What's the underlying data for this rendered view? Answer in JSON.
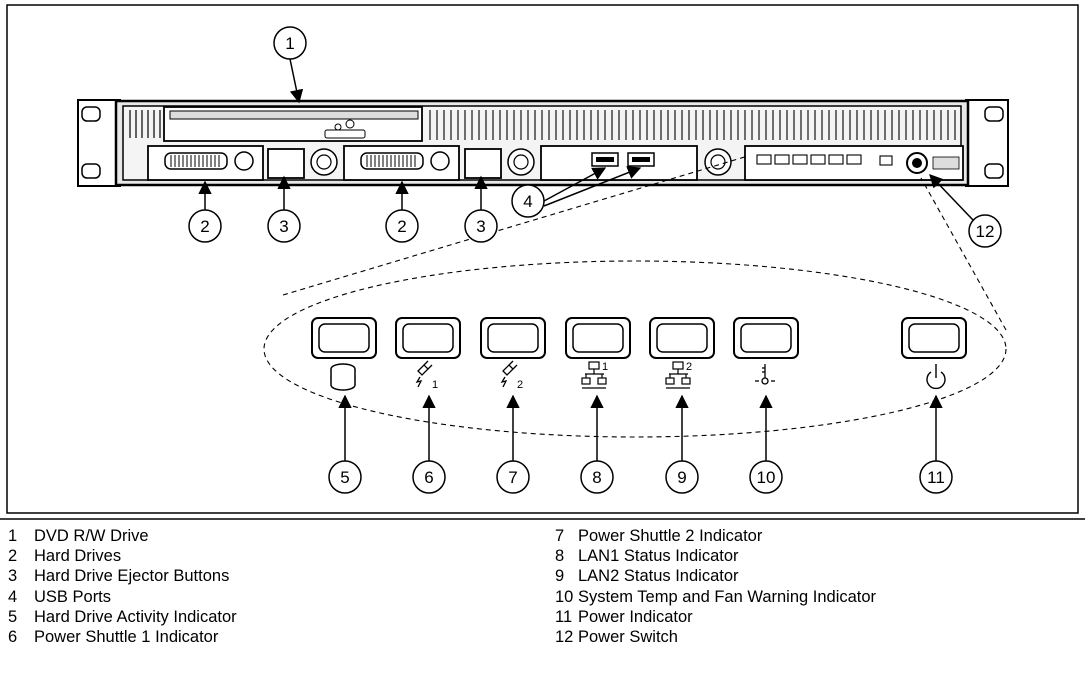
{
  "callouts": [
    "1",
    "2",
    "3",
    "2",
    "3",
    "4",
    "5",
    "6",
    "7",
    "8",
    "9",
    "10",
    "11",
    "12"
  ],
  "icons": {
    "lan1_digit": "1",
    "lan2_digit": "2",
    "shuttle1_digit": "1",
    "shuttle2_digit": "2"
  },
  "legend": {
    "left": [
      {
        "num": "1",
        "text": "DVD R/W Drive"
      },
      {
        "num": "2",
        "text": "Hard Drives"
      },
      {
        "num": "3",
        "text": "Hard Drive Ejector Buttons"
      },
      {
        "num": "4",
        "text": "USB Ports"
      },
      {
        "num": "5",
        "text": "Hard Drive Activity Indicator"
      },
      {
        "num": "6",
        "text": "Power Shuttle 1 Indicator"
      }
    ],
    "right": [
      {
        "num": "7",
        "text": "Power Shuttle 2 Indicator"
      },
      {
        "num": "8",
        "text": "LAN1 Status Indicator"
      },
      {
        "num": "9",
        "text": "LAN2 Status Indicator"
      },
      {
        "num": "10",
        "text": "System Temp and Fan Warning Indicator"
      },
      {
        "num": "11",
        "text": "Power Indicator"
      },
      {
        "num": "12",
        "text": "Power Switch"
      }
    ]
  },
  "colors": {
    "line": "#000000",
    "background": "#ffffff",
    "chassis_fill": "#e8e8e8",
    "slot_fill": "#d0d0d0"
  }
}
